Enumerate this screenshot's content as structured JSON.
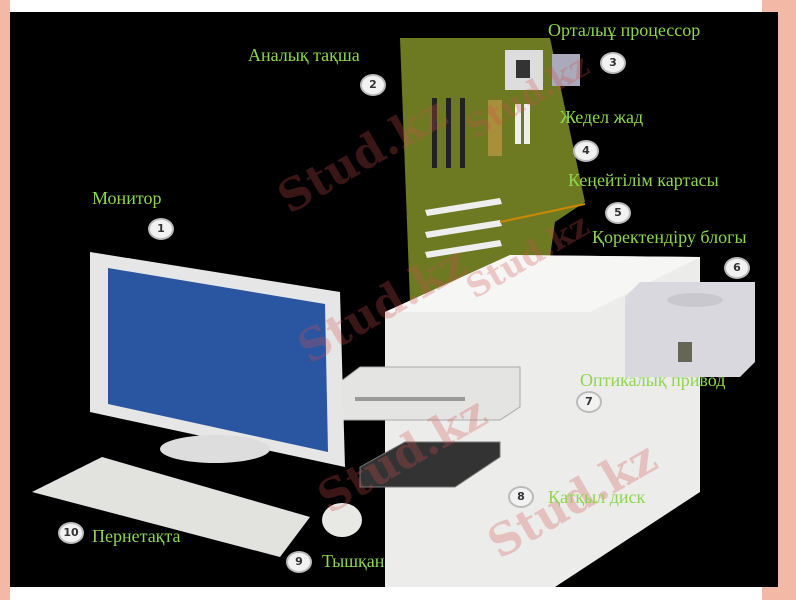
{
  "labels": {
    "cpu": "Орталыұ процессор",
    "motherboard": "Аналық тақша",
    "ram": "Жедел  жад",
    "expansion_card": "Кеңейтілім картасы",
    "monitor": "Монитор",
    "power_supply": "Қоректендіру блогы",
    "optical_drive": "Оптикалық привод",
    "hard_disk": "Қатқыл диск",
    "keyboard": "Пернетақта",
    "mouse": "Тышқан"
  },
  "badges": [
    "1",
    "2",
    "3",
    "4",
    "5",
    "6",
    "7",
    "8",
    "9",
    "10"
  ],
  "watermark": "Stud.kz",
  "colors": {
    "label": "#8ed64e",
    "background": "#000000",
    "border": "#f3b9a6"
  }
}
